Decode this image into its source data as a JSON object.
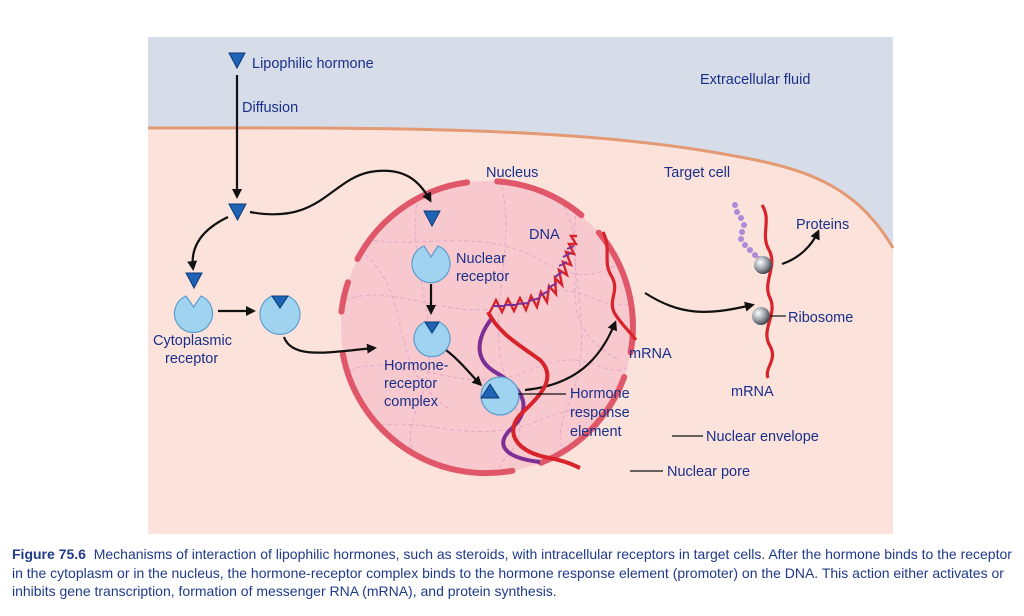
{
  "colors": {
    "extracellular": "#d6dde9",
    "cell": "#fbe3dc",
    "membrane": "#e39a74",
    "nuclear_envelope": "#e0576a",
    "nucleus_fill": "#f7c9ce",
    "label": "#1a2f8a",
    "hormone": "#1f63b4",
    "receptor": "#9fd3ef",
    "dna_red": "#d8232a",
    "dna_purple": "#7d2f96",
    "ribosome": "#8a8f96",
    "protein_beads": "#b08ad8"
  },
  "labels": {
    "lipophilic_hormone": "Lipophilic hormone",
    "diffusion": "Diffusion",
    "extracellular_fluid": "Extracellular fluid",
    "nucleus": "Nucleus",
    "target_cell": "Target cell",
    "dna": "DNA",
    "nuclear_receptor_1": "Nuclear",
    "nuclear_receptor_2": "receptor",
    "cytoplasmic_receptor_1": "Cytoplasmic",
    "cytoplasmic_receptor_2": "receptor",
    "hormone_receptor_complex_1": "Hormone-",
    "hormone_receptor_complex_2": "receptor",
    "hormone_receptor_complex_3": "complex",
    "mrna_nucleus": "mRNA",
    "proteins": "Proteins",
    "ribosome": "Ribosome",
    "mrna_cytoplasm": "mRNA",
    "hormone_response_element_1": "Hormone",
    "hormone_response_element_2": "response",
    "hormone_response_element_3": "element",
    "nuclear_envelope": "Nuclear envelope",
    "nuclear_pore": "Nuclear pore"
  },
  "caption": {
    "figure_label": "Figure 75.6",
    "text": "Mechanisms of interaction of lipophilic hormones, such as steroids, with intracellular receptors in target cells. After the hormone binds to the receptor in the cytoplasm or in the nucleus, the hormone-receptor complex binds to the hormone response element (promoter) on the DNA. This action either activates or inhibits gene transcription, formation of messenger RNA (mRNA), and protein synthesis."
  }
}
